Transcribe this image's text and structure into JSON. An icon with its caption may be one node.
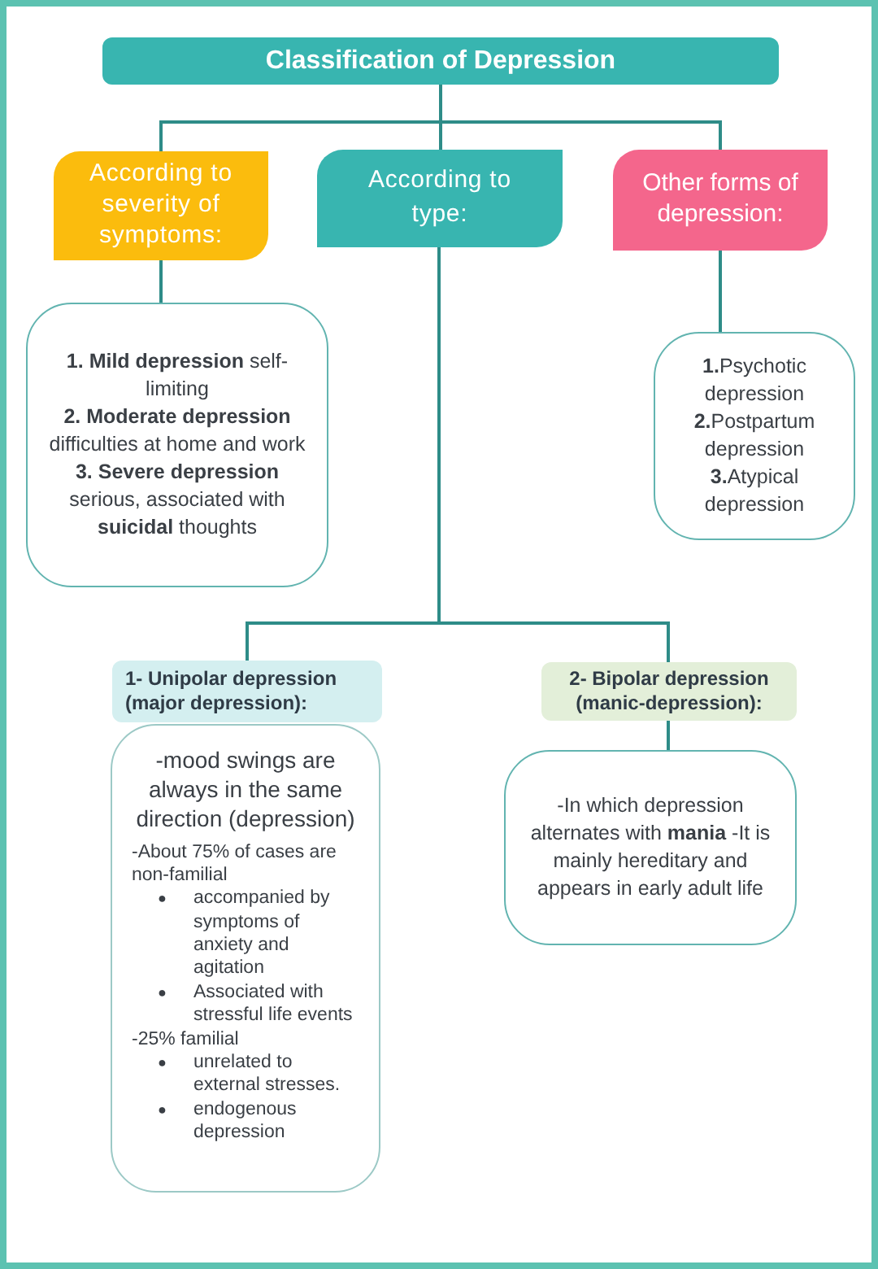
{
  "diagram": {
    "nodes": [
      {
        "text": [
          "Classification of Depression"
        ]
      },
      {
        "text": [
          "According to severity of symptoms:"
        ]
      },
      {
        "text": [
          "According to type:"
        ]
      },
      {
        "text": [
          "Other forms of depression:"
        ]
      },
      {
        "text": [
          "**1. Mild depression** self-limiting",
          "**2. Moderate depression** difficulties at home and work",
          "**3. Severe depression** serious, associated with **suicidal** thoughts"
        ]
      },
      {
        "text": [
          "**1.**Psychotic depression",
          "**2.**Postpartum depression",
          "**3.**Atypical depression"
        ]
      },
      {
        "text": [
          "1- Unipolar depression (major depression):"
        ]
      },
      {
        "text": [
          "-mood swings are always in the same direction (depression)",
          "-About 75% of cases are non-familial",
          "accompanied by symptoms of anxiety and agitation",
          "Associated with stressful life events",
          "-25% familial",
          "unrelated to external stresses.",
          "endogenous depression"
        ]
      },
      {
        "text": [
          "2- Bipolar depression (manic-depression):"
        ]
      },
      {
        "text": [
          "-In which depression alternates with **mania** -It is mainly hereditary and appears in early adult life"
        ]
      }
    ],
    "edges": [
      {
        "from": 0,
        "to": 1,
        "arrow": "none"
      },
      {
        "from": 0,
        "to": 2,
        "arrow": "none"
      },
      {
        "from": 0,
        "to": 3,
        "arrow": "none"
      },
      {
        "from": 1,
        "to": 4,
        "arrow": "none"
      },
      {
        "from": 3,
        "to": 5,
        "arrow": "none"
      },
      {
        "from": 2,
        "to": 6,
        "arrow": "none"
      },
      {
        "from": 2,
        "to": 8,
        "arrow": "none"
      },
      {
        "from": 8,
        "to": 9,
        "arrow": "none"
      }
    ],
    "labels": [
      "●",
      "●",
      "●",
      "●"
    ]
  }
}
